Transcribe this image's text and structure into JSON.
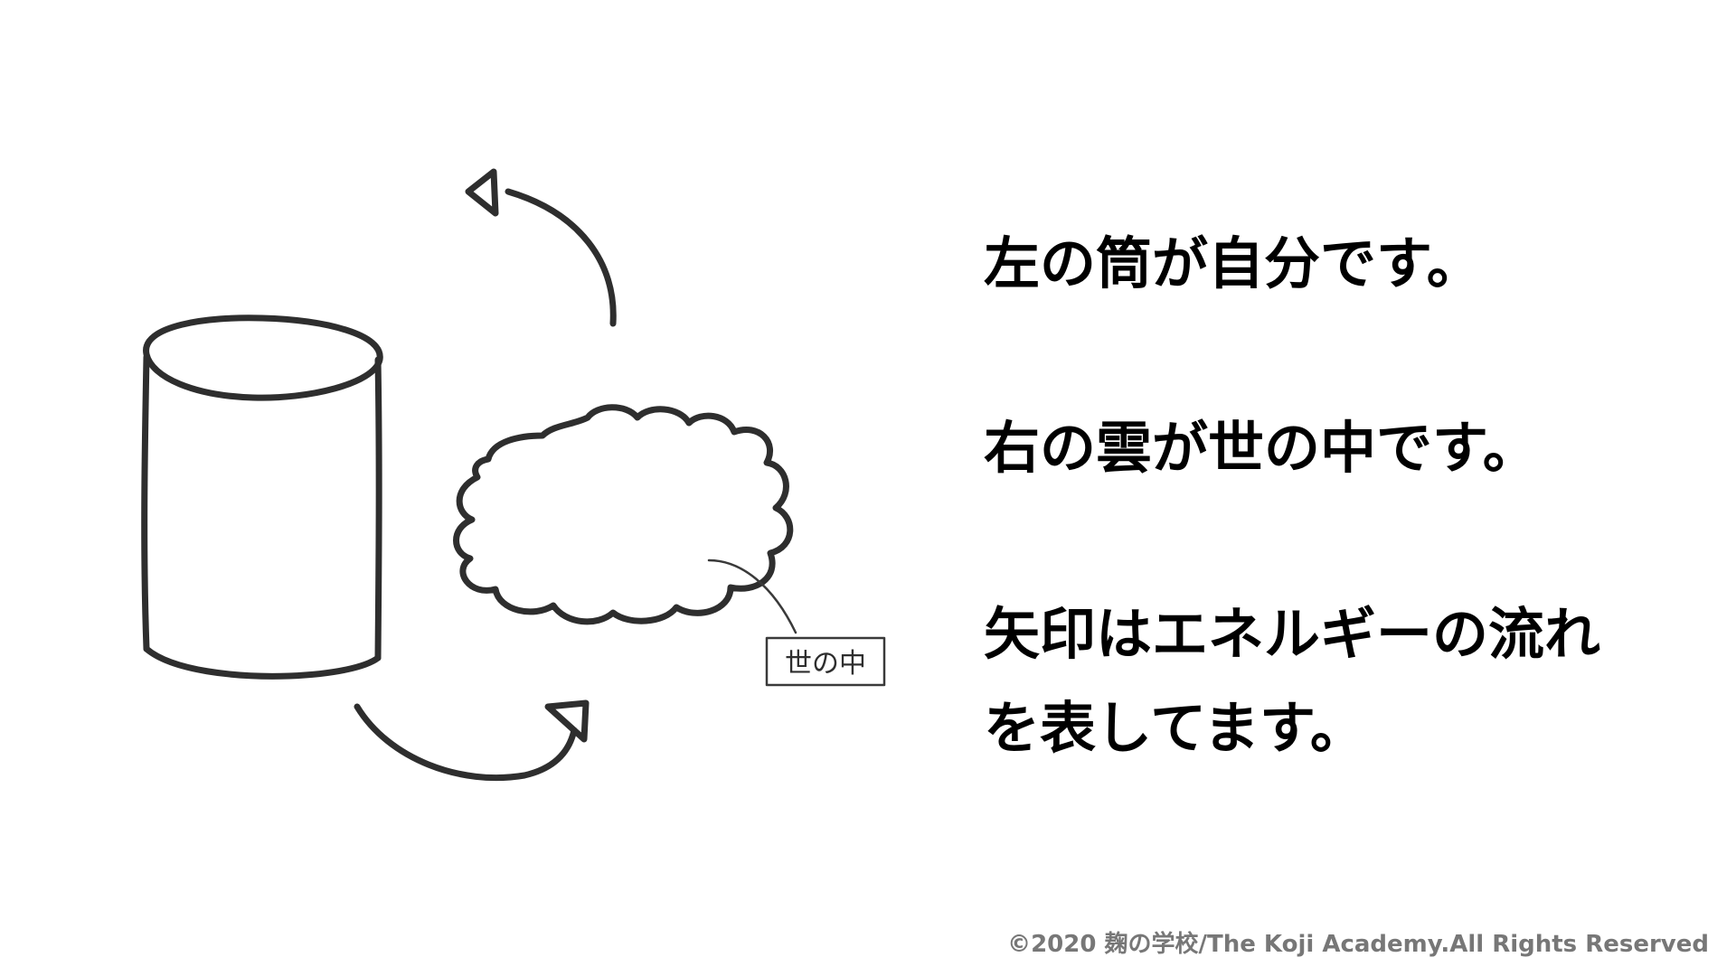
{
  "diagram": {
    "cloud_label": "世の中"
  },
  "text": {
    "line1": "左の筒が自分です。",
    "line2": "右の雲が世の中です。",
    "line3": "矢印はエネルギーの流れ",
    "line4": "を表してます。"
  },
  "footer": {
    "copyright": "©2020 麹の学校/The Koji Academy.All Rights Reserved"
  }
}
